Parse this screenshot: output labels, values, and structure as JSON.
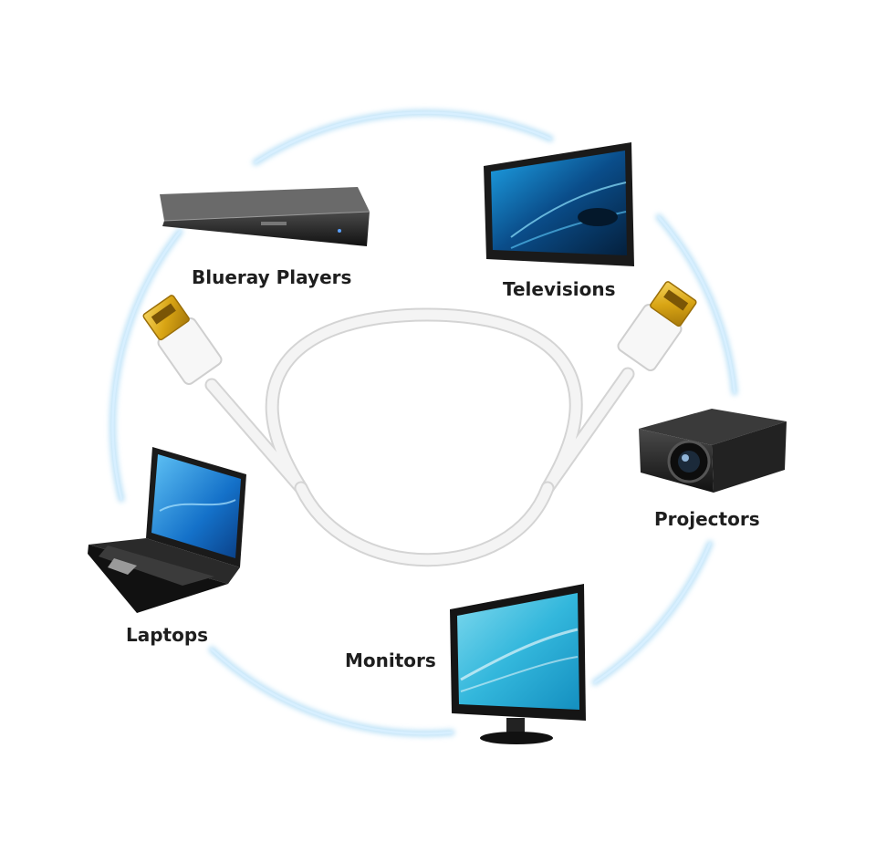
{
  "devices": [
    {
      "id": "blueray",
      "label": "Blueray Players",
      "icon": "blueray-player-icon"
    },
    {
      "id": "televisions",
      "label": "Televisions",
      "icon": "television-icon"
    },
    {
      "id": "projectors",
      "label": "Projectors",
      "icon": "projector-icon"
    },
    {
      "id": "monitors",
      "label": "Monitors",
      "icon": "monitor-icon"
    },
    {
      "id": "laptops",
      "label": "Laptops",
      "icon": "laptop-icon"
    }
  ],
  "cable": {
    "icon": "hdmi-cable-icon",
    "color": "#f2f2f2",
    "connector_color": "#e2b21c"
  },
  "colors": {
    "ring": "#a9d9f5",
    "text": "#1e1e1e"
  }
}
